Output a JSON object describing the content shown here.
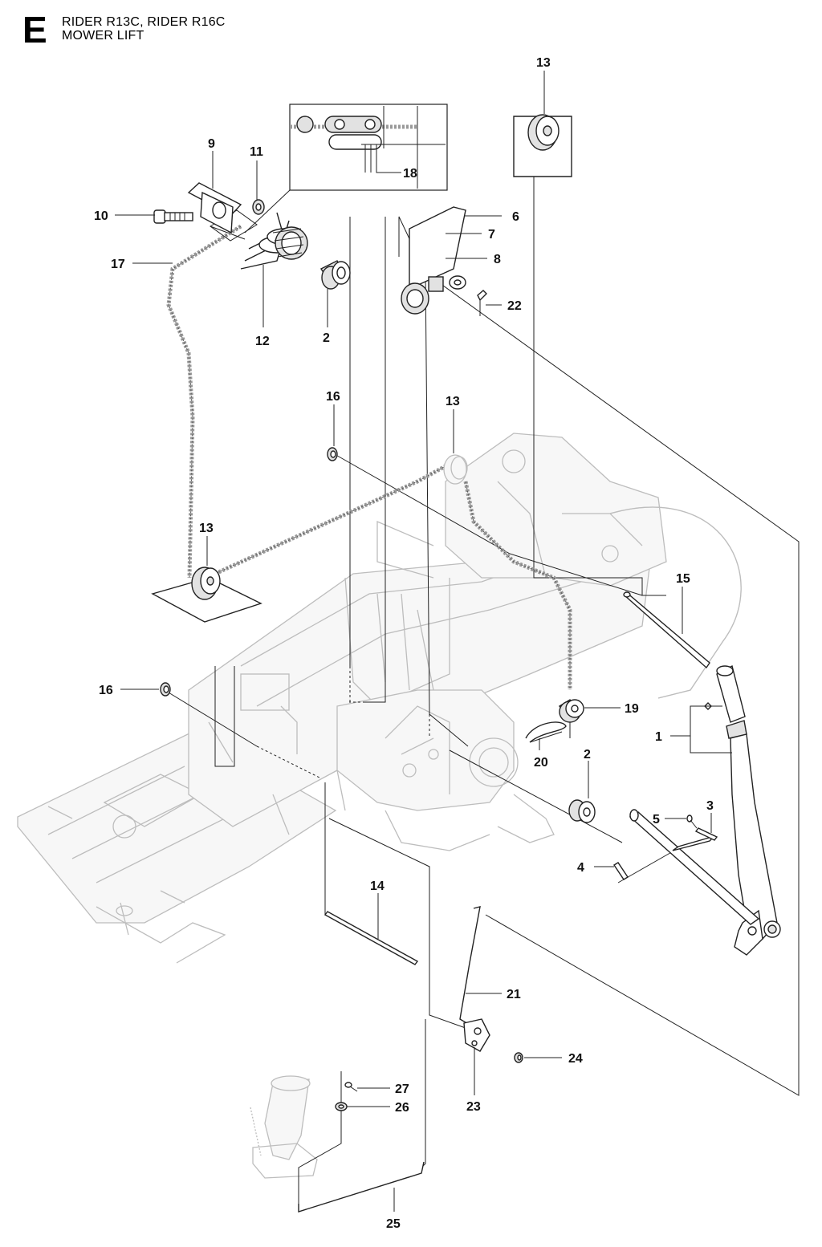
{
  "header": {
    "section_letter": "E",
    "model_line": "RIDER R13C, RIDER R16C",
    "assembly_name": "MOWER LIFT"
  },
  "callouts": [
    "1",
    "2",
    "2",
    "3",
    "4",
    "5",
    "6",
    "7",
    "8",
    "9",
    "10",
    "11",
    "12",
    "13",
    "13",
    "13",
    "14",
    "15",
    "16",
    "16",
    "17",
    "18",
    "19",
    "20",
    "21",
    "22",
    "23",
    "24",
    "25",
    "26",
    "27"
  ]
}
